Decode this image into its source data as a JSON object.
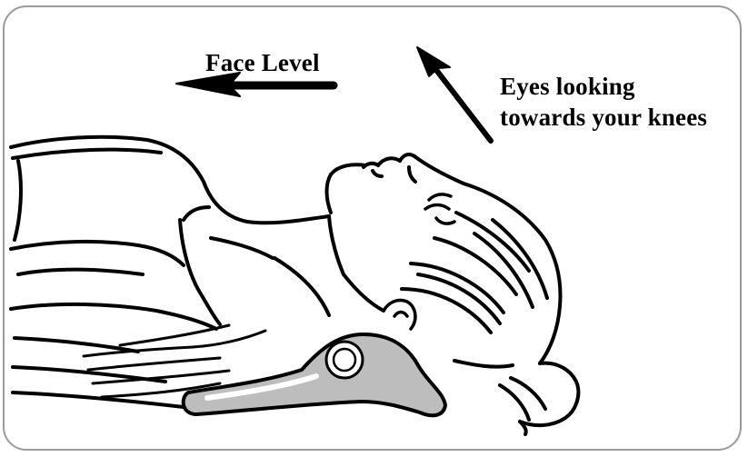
{
  "labels": {
    "face_level": "Face Level",
    "eyes_line1": "Eyes looking",
    "eyes_line2": "towards your knees"
  },
  "colors": {
    "ink": "#000000",
    "frame": "#9a9a9a",
    "background": "#ffffff"
  },
  "icons": {
    "face_arrow": "arrow-left-icon",
    "eyes_arrow": "arrow-up-left-icon"
  }
}
